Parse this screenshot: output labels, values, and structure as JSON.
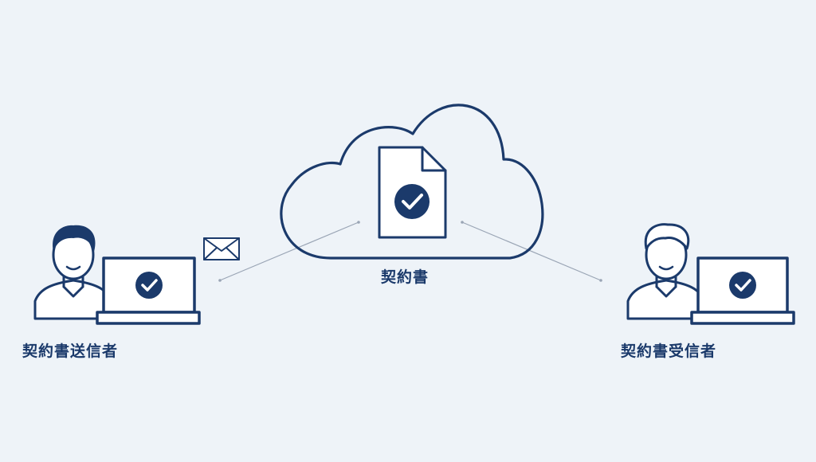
{
  "colors": {
    "primary": "#1b3a6b",
    "background": "#eef3f8",
    "line": "#9aa5b5",
    "fill": "#ffffff"
  },
  "cloud": {
    "label": "契約書"
  },
  "sender": {
    "label": "契約書送信者"
  },
  "receiver": {
    "label": "契約書受信者"
  },
  "icons": {
    "cloud": "cloud-icon",
    "document": "document-check-icon",
    "envelope": "envelope-icon",
    "sender_person": "person-icon",
    "receiver_person": "person-icon",
    "sender_laptop": "laptop-check-icon",
    "receiver_laptop": "laptop-check-icon"
  }
}
